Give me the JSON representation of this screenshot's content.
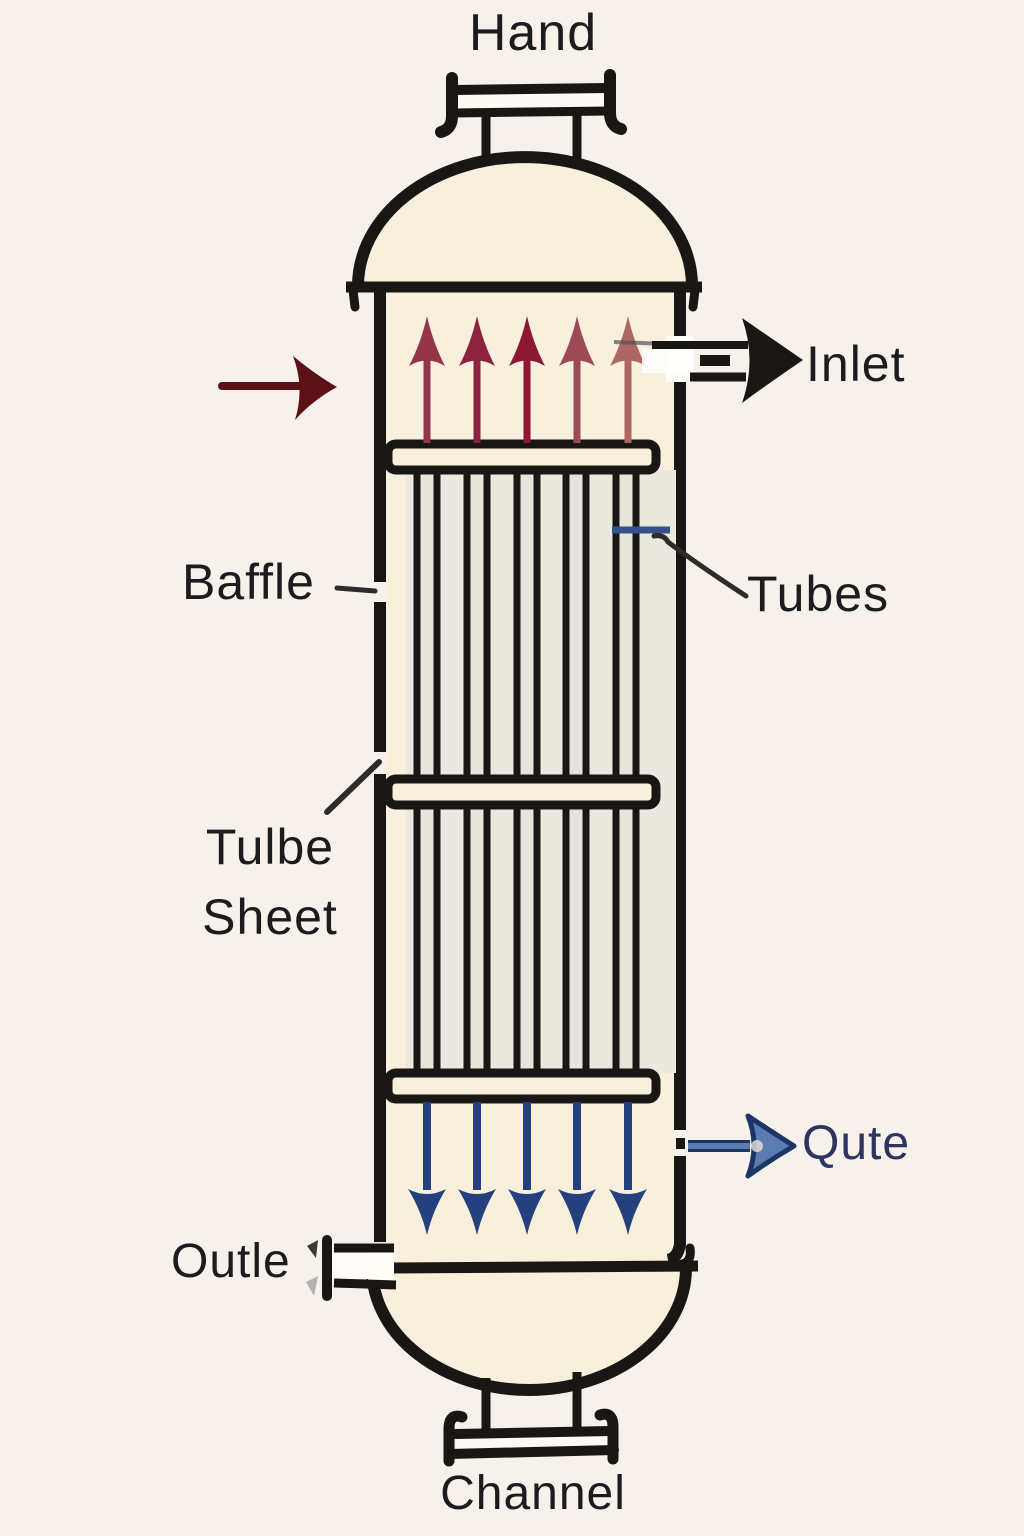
{
  "labels": {
    "top_nozzle": "Hand",
    "shell_inlet": "Inlet",
    "baffle": "Baffle",
    "tubes": "Tubes",
    "tube_sheet_line1": "Tulbe",
    "tube_sheet_line2": "Sheet",
    "shell_outlet": "Qute",
    "channel_outlet": "Outle",
    "bottom_nozzle": "Channel"
  },
  "colors": {
    "background": "#f6f1ea",
    "vessel_fill": "#f8efdc",
    "bundle_fill": "#ebe8df",
    "tube_fill": "#e7e4dc",
    "nozzle_fill": "#fdfaf4",
    "line": "#191714",
    "text": "#1c1c1e",
    "shell_outlet_label": "#2c3560",
    "inlet_flow_arrow": "#5c1117",
    "hot_arrows": [
      "#93354a",
      "#8c2240",
      "#8c1834",
      "#9d4a56",
      "#ae6663"
    ],
    "cold_arrow": "#24407e",
    "outlet_arrow_fill": "#5a7cb0",
    "outlet_arrow_stroke": "#1c3566",
    "tube_mark": "#35508c",
    "leader": "#2e2c2a"
  },
  "figure": {
    "type": "shell-and-tube-heat-exchanger",
    "tube_count": 5,
    "tube_sheet_count": 3,
    "hot_arrow_count": 5,
    "cold_arrow_count": 5
  }
}
